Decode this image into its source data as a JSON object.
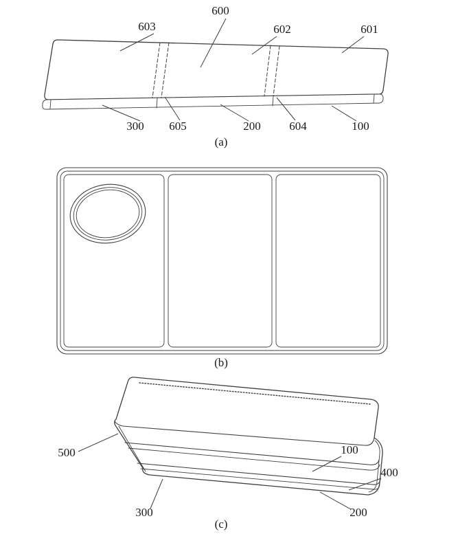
{
  "sheet": {
    "fig_a": {
      "caption": "(a)",
      "labels": {
        "n600": "600",
        "n603": "603",
        "n602": "602",
        "n601": "601",
        "n300": "300",
        "n605": "605",
        "n200": "200",
        "n604": "604",
        "n100": "100"
      }
    },
    "fig_b": {
      "caption": "(b)"
    },
    "fig_c": {
      "caption": "(c)",
      "labels": {
        "n500": "500",
        "n100": "100",
        "n400": "400",
        "n300": "300",
        "n200": "200"
      }
    },
    "colors": {
      "line": "#3f3f3f",
      "text": "#1a1a1a",
      "background": "#ffffff"
    }
  }
}
